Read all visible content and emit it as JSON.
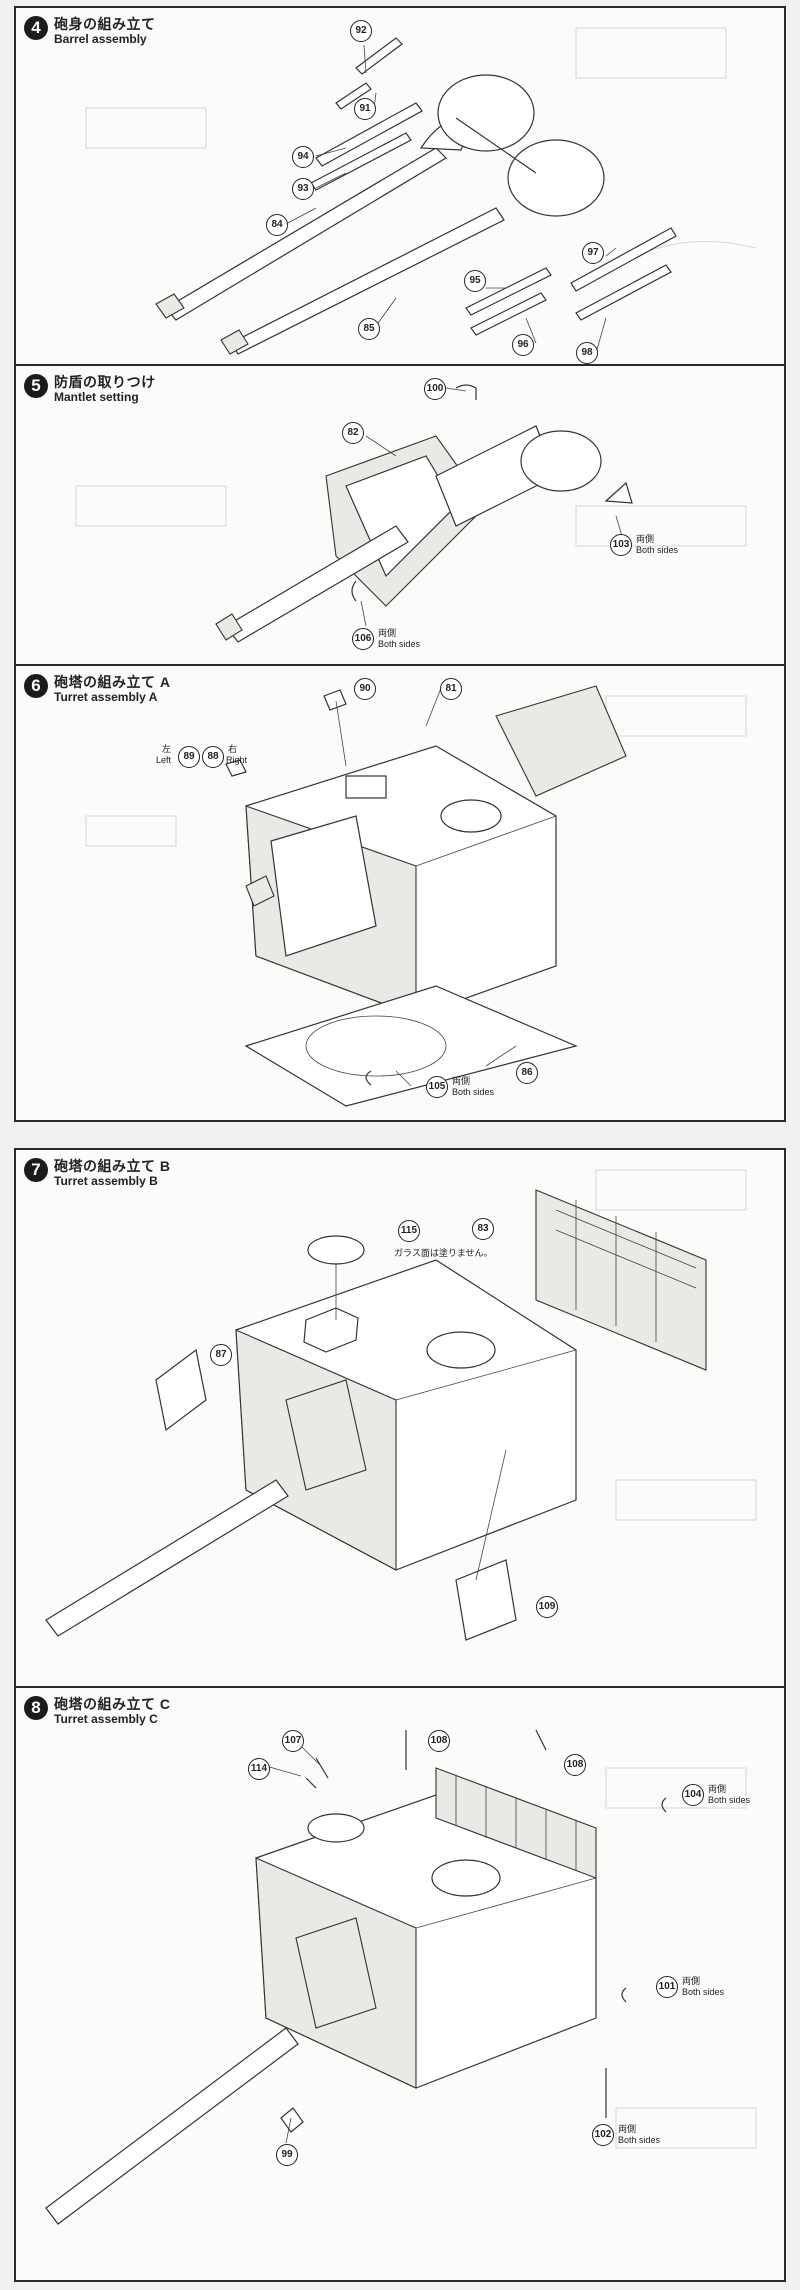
{
  "steps": [
    {
      "num": "4",
      "title_jp": "砲身の組み立て",
      "title_en": "Barrel assembly",
      "parts": [
        "92",
        "91",
        "94",
        "93",
        "84",
        "85",
        "95",
        "96",
        "97",
        "98"
      ]
    },
    {
      "num": "5",
      "title_jp": "防盾の取りつけ",
      "title_en": "Mantlet setting",
      "parts": [
        "100",
        "82",
        "103",
        "106"
      ],
      "notes": {
        "both_jp": "両側",
        "both_en": "Both sides"
      }
    },
    {
      "num": "6",
      "title_jp": "砲塔の組み立て A",
      "title_en": "Turret assembly A",
      "parts": [
        "90",
        "81",
        "89",
        "88",
        "86",
        "105"
      ],
      "notes": {
        "left_jp": "左",
        "left_en": "Left",
        "right_jp": "右",
        "right_en": "Right",
        "both_jp": "両側",
        "both_en": "Both sides"
      }
    },
    {
      "num": "7",
      "title_jp": "砲塔の組み立て B",
      "title_en": "Turret assembly B",
      "parts": [
        "115",
        "83",
        "87",
        "109"
      ],
      "notes": {
        "glass_jp": "ガラス面は塗りません。"
      }
    },
    {
      "num": "8",
      "title_jp": "砲塔の組み立て C",
      "title_en": "Turret assembly C",
      "parts": [
        "107",
        "108a",
        "108b",
        "114",
        "104",
        "101",
        "102",
        "99"
      ],
      "labels": {
        "107": "107",
        "108a": "108",
        "108b": "108",
        "114": "114",
        "104": "104",
        "101": "101",
        "102": "102",
        "99": "99"
      },
      "notes": {
        "both_jp": "両側",
        "both_en": "Both sides"
      }
    }
  ]
}
